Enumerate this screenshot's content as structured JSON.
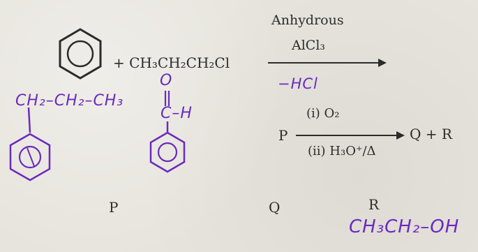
{
  "reaction1": {
    "reagent_chain": "CH₃CH₂CH₂Cl",
    "plus": "+",
    "condition_top": "Anhydrous",
    "condition_mid": "AlCl₃",
    "condition_bottom": "−HCl"
  },
  "reaction2": {
    "reactant": "P",
    "step1": "(i) O₂",
    "step2": "(ii) H₃O⁺/Δ",
    "products": "Q + R"
  },
  "handwritten": {
    "p_chain": "CH₂–CH₂–CH₃",
    "q_oxygen": "O",
    "q_group": "C–H",
    "r_formula": "CH₃CH₂–OH"
  },
  "labels": {
    "p": "P",
    "q": "Q",
    "r": "R"
  }
}
